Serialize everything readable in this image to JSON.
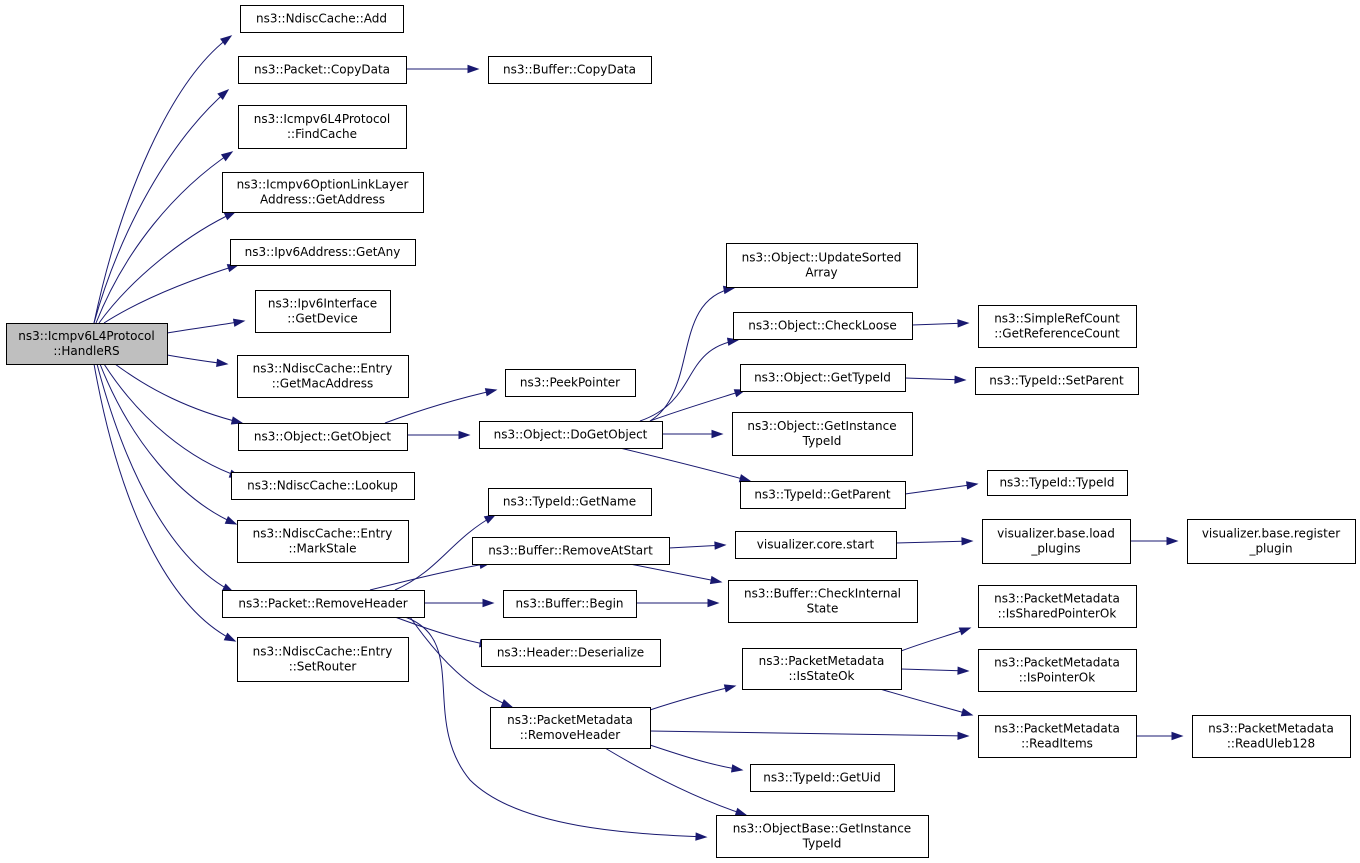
{
  "graph": {
    "title": "",
    "nodes": [
      {
        "id": "root",
        "lines": [
          "ns3::Icmpv6L4Protocol",
          "::HandleRS"
        ],
        "root": true
      },
      {
        "id": "ndisc_add",
        "lines": [
          "ns3::NdiscCache::Add"
        ]
      },
      {
        "id": "packet_copydata",
        "lines": [
          "ns3::Packet::CopyData"
        ]
      },
      {
        "id": "buffer_copydata",
        "lines": [
          "ns3::Buffer::CopyData"
        ]
      },
      {
        "id": "findcache",
        "lines": [
          "ns3::Icmpv6L4Protocol",
          "::FindCache"
        ]
      },
      {
        "id": "optlinklayer",
        "lines": [
          "ns3::Icmpv6OptionLinkLayer",
          "Address::GetAddress"
        ]
      },
      {
        "id": "getany",
        "lines": [
          "ns3::Ipv6Address::GetAny"
        ]
      },
      {
        "id": "getdevice",
        "lines": [
          "ns3::Ipv6Interface",
          "::GetDevice"
        ]
      },
      {
        "id": "getmacaddress",
        "lines": [
          "ns3::NdiscCache::Entry",
          "::GetMacAddress"
        ]
      },
      {
        "id": "getobject",
        "lines": [
          "ns3::Object::GetObject"
        ]
      },
      {
        "id": "lookup",
        "lines": [
          "ns3::NdiscCache::Lookup"
        ]
      },
      {
        "id": "markstale",
        "lines": [
          "ns3::NdiscCache::Entry",
          "::MarkStale"
        ]
      },
      {
        "id": "removeheader",
        "lines": [
          "ns3::Packet::RemoveHeader"
        ]
      },
      {
        "id": "setrouter",
        "lines": [
          "ns3::NdiscCache::Entry",
          "::SetRouter"
        ]
      },
      {
        "id": "peekpointer",
        "lines": [
          "ns3::PeekPointer"
        ]
      },
      {
        "id": "dogetobject",
        "lines": [
          "ns3::Object::DoGetObject"
        ]
      },
      {
        "id": "updatesorted",
        "lines": [
          "ns3::Object::UpdateSorted",
          "Array"
        ]
      },
      {
        "id": "checkloose",
        "lines": [
          "ns3::Object::CheckLoose"
        ]
      },
      {
        "id": "gettypeid",
        "lines": [
          "ns3::Object::GetTypeId"
        ]
      },
      {
        "id": "getinstancetypeid",
        "lines": [
          "ns3::Object::GetInstance",
          "TypeId"
        ]
      },
      {
        "id": "getparent",
        "lines": [
          "ns3::TypeId::GetParent"
        ]
      },
      {
        "id": "getrefcount",
        "lines": [
          "ns3::SimpleRefCount",
          "::GetReferenceCount"
        ]
      },
      {
        "id": "setparent",
        "lines": [
          "ns3::TypeId::SetParent"
        ]
      },
      {
        "id": "typeid",
        "lines": [
          "ns3::TypeId::TypeId"
        ]
      },
      {
        "id": "getname",
        "lines": [
          "ns3::TypeId::GetName"
        ]
      },
      {
        "id": "removeatstart",
        "lines": [
          "ns3::Buffer::RemoveAtStart"
        ]
      },
      {
        "id": "vizstart",
        "lines": [
          "visualizer.core.start"
        ]
      },
      {
        "id": "loadplugins",
        "lines": [
          "visualizer.base.load",
          "_plugins"
        ]
      },
      {
        "id": "registerplugin",
        "lines": [
          "visualizer.base.register",
          "_plugin"
        ]
      },
      {
        "id": "checkinternal",
        "lines": [
          "ns3::Buffer::CheckInternal",
          "State"
        ]
      },
      {
        "id": "begin",
        "lines": [
          "ns3::Buffer::Begin"
        ]
      },
      {
        "id": "deserialize",
        "lines": [
          "ns3::Header::Deserialize"
        ]
      },
      {
        "id": "pm_removeheader",
        "lines": [
          "ns3::PacketMetadata",
          "::RemoveHeader"
        ]
      },
      {
        "id": "isstateok",
        "lines": [
          "ns3::PacketMetadata",
          "::IsStateOk"
        ]
      },
      {
        "id": "issharedptr",
        "lines": [
          "ns3::PacketMetadata",
          "::IsSharedPointerOk"
        ]
      },
      {
        "id": "ispointerok",
        "lines": [
          "ns3::PacketMetadata",
          "::IsPointerOk"
        ]
      },
      {
        "id": "readitems",
        "lines": [
          "ns3::PacketMetadata",
          "::ReadItems"
        ]
      },
      {
        "id": "readuleb",
        "lines": [
          "ns3::PacketMetadata",
          "::ReadUleb128"
        ]
      },
      {
        "id": "getuid",
        "lines": [
          "ns3::TypeId::GetUid"
        ]
      },
      {
        "id": "objbase_getinst",
        "lines": [
          "ns3::ObjectBase::GetInstance",
          "TypeId"
        ]
      }
    ],
    "edges": [
      [
        "root",
        "ndisc_add"
      ],
      [
        "root",
        "packet_copydata"
      ],
      [
        "root",
        "findcache"
      ],
      [
        "root",
        "optlinklayer"
      ],
      [
        "root",
        "getany"
      ],
      [
        "root",
        "getdevice"
      ],
      [
        "root",
        "getmacaddress"
      ],
      [
        "root",
        "getobject"
      ],
      [
        "root",
        "lookup"
      ],
      [
        "root",
        "markstale"
      ],
      [
        "root",
        "removeheader"
      ],
      [
        "root",
        "setrouter"
      ],
      [
        "packet_copydata",
        "buffer_copydata"
      ],
      [
        "getobject",
        "peekpointer"
      ],
      [
        "getobject",
        "dogetobject"
      ],
      [
        "dogetobject",
        "updatesorted"
      ],
      [
        "dogetobject",
        "checkloose"
      ],
      [
        "dogetobject",
        "gettypeid"
      ],
      [
        "dogetobject",
        "getinstancetypeid"
      ],
      [
        "dogetobject",
        "getparent"
      ],
      [
        "checkloose",
        "getrefcount"
      ],
      [
        "gettypeid",
        "setparent"
      ],
      [
        "getparent",
        "typeid"
      ],
      [
        "removeheader",
        "getname"
      ],
      [
        "removeheader",
        "removeatstart"
      ],
      [
        "removeheader",
        "begin"
      ],
      [
        "removeheader",
        "deserialize"
      ],
      [
        "removeheader",
        "pm_removeheader"
      ],
      [
        "removeheader",
        "objbase_getinst"
      ],
      [
        "removeatstart",
        "vizstart"
      ],
      [
        "removeatstart",
        "checkinternal"
      ],
      [
        "vizstart",
        "loadplugins"
      ],
      [
        "loadplugins",
        "registerplugin"
      ],
      [
        "begin",
        "checkinternal"
      ],
      [
        "pm_removeheader",
        "isstateok"
      ],
      [
        "pm_removeheader",
        "readitems"
      ],
      [
        "pm_removeheader",
        "getuid"
      ],
      [
        "pm_removeheader",
        "objbase_getinst"
      ],
      [
        "isstateok",
        "issharedptr"
      ],
      [
        "isstateok",
        "ispointerok"
      ],
      [
        "isstateok",
        "readitems"
      ],
      [
        "readitems",
        "readuleb"
      ]
    ]
  }
}
